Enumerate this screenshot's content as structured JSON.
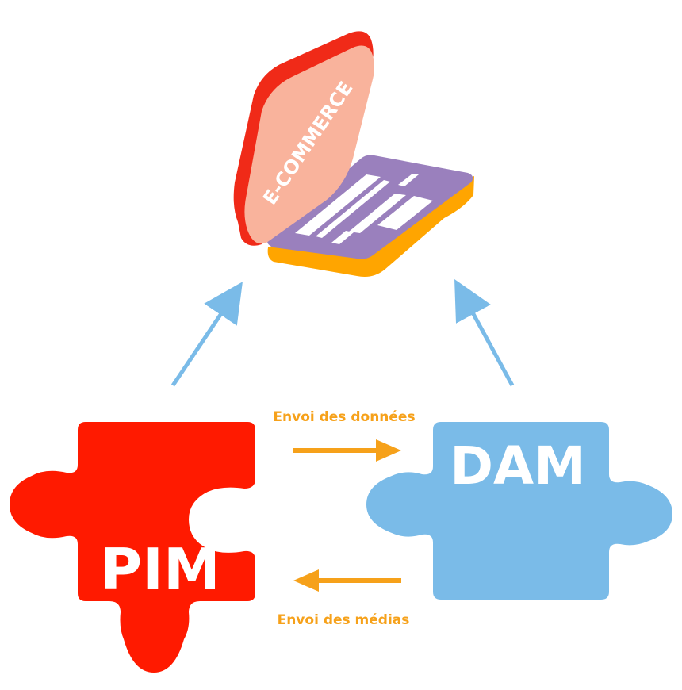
{
  "laptop": {
    "label": "E-COMMERCE",
    "colors": {
      "lid_edge": "#f02a18",
      "screen": "#f9b39c",
      "keyboard": "#9a80bd",
      "base": "#ffa500",
      "keys": "#ffffff"
    }
  },
  "pim": {
    "label": "PIM",
    "color": "#ff1a00",
    "text_color": "#ffffff"
  },
  "dam": {
    "label": "DAM",
    "color": "#7abbe8",
    "text_color": "#ffffff"
  },
  "flows": {
    "top_label": "Envoi des données",
    "bottom_label": "Envoi des médias",
    "arrow_color": "#f6a11a",
    "label_color": "#f6a11a"
  },
  "connectors": {
    "color": "#7abbe8"
  }
}
